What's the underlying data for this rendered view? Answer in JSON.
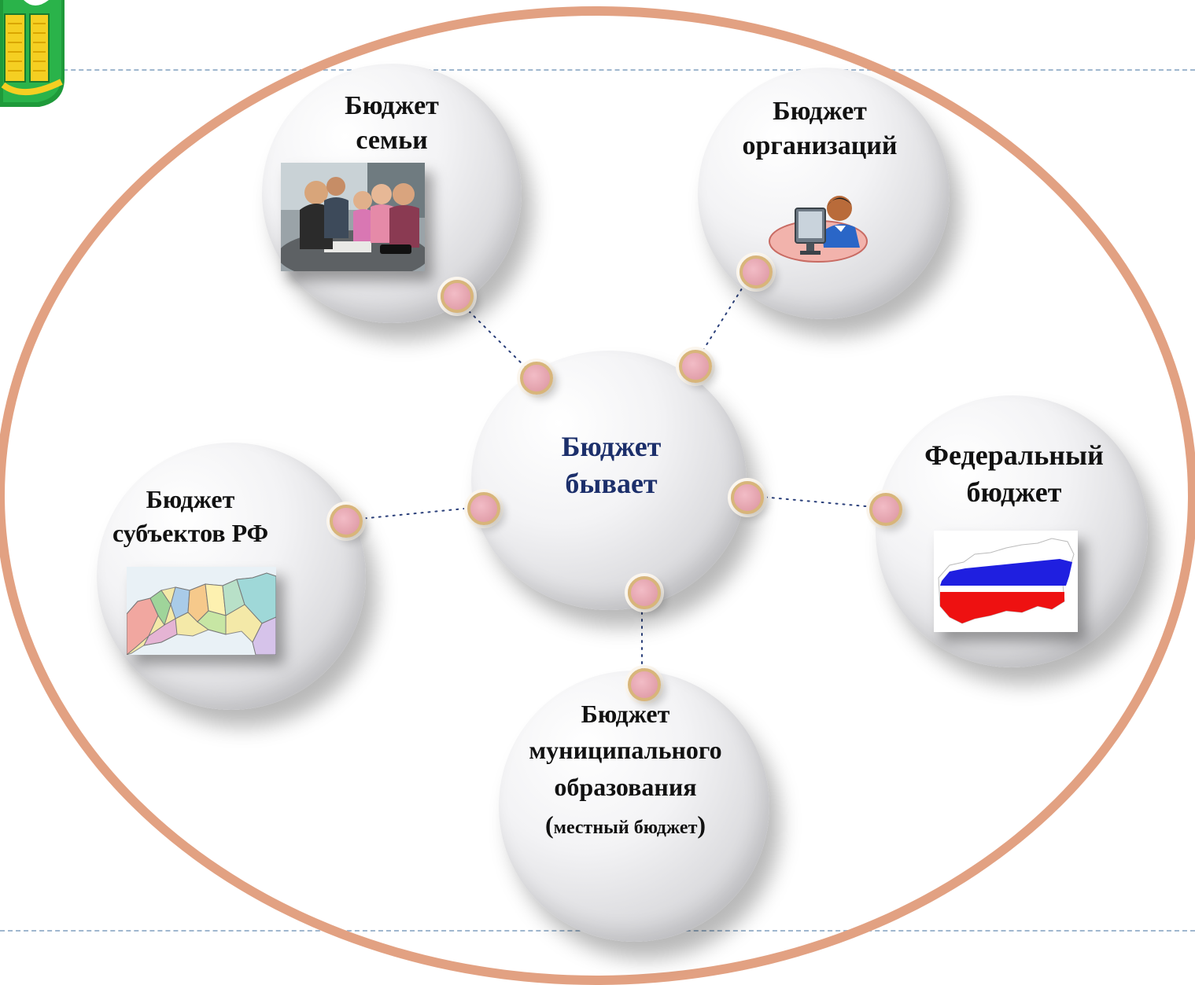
{
  "center": {
    "line1": "Бюджет",
    "line2": "бывает"
  },
  "family": {
    "line1": "Бюджет",
    "line2": "семьи",
    "image": "family-photo"
  },
  "organizations": {
    "line1": "Бюджет",
    "line2": "организаций",
    "image": "office-worker-icon"
  },
  "subjects": {
    "line1": "Бюджет",
    "line2": "субъектов РФ",
    "image": "russia-regions-map"
  },
  "federal": {
    "line1": "Федеральный",
    "line2": "бюджет",
    "image": "russia-flag-map"
  },
  "municipal": {
    "line1": "Бюджет",
    "line2": "муниципального",
    "line3": "образования",
    "open": "(",
    "line4": "местный бюджет",
    "close": ")"
  },
  "colors": {
    "oval": "#e2a182",
    "node": "#e2a0ab",
    "node_ring": "#d8b57a",
    "center_text": "#1c2f6b",
    "dashes": "#9fb7cf"
  }
}
